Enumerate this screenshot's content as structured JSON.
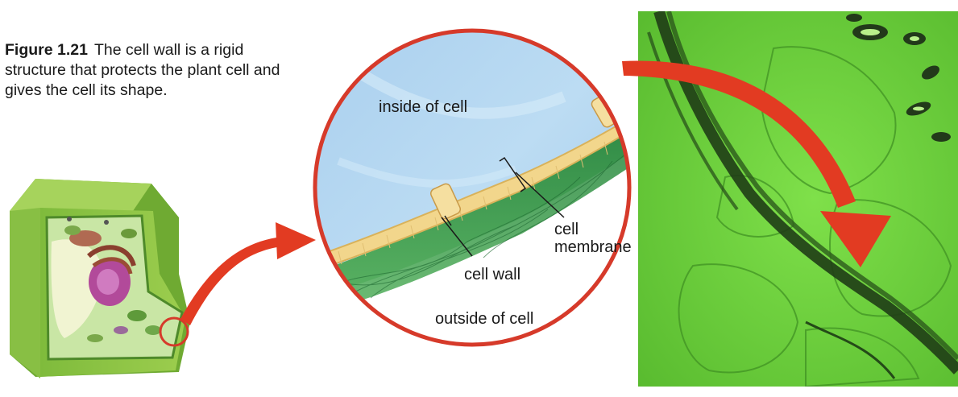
{
  "figure": {
    "number": "Figure 1.21",
    "caption": "The cell wall is a rigid structure that protects the plant cell and gives the cell its shape."
  },
  "labels": {
    "inside": "inside of cell",
    "cell_membrane_line1": "cell",
    "cell_membrane_line2": "membrane",
    "cell_wall": "cell wall",
    "outside": "outside of cell"
  },
  "colors": {
    "arrow_red": "#e23b22",
    "circle_red": "#d63a2a",
    "wall_green": "#3f9a4f",
    "membrane_tan": "#f2d68c",
    "cytoplasm_blue": "#a7cdea",
    "micrograph_green": "#6fd23a"
  }
}
